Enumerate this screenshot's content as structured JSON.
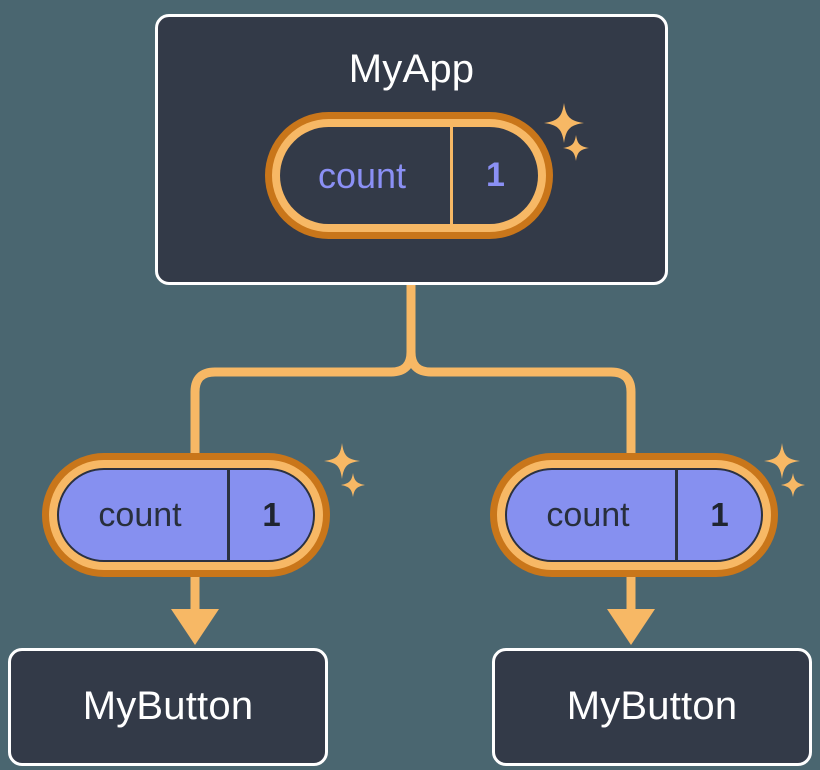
{
  "diagram": {
    "title_text": "MyApp",
    "background_color": "#4a6670",
    "accent_orange": "#f7b865",
    "accent_orange_dark": "#c9761a",
    "accent_purple": "#8690f0",
    "node_fill": "#333a48",
    "node_border": "#ffffff"
  },
  "root_node": {
    "label": "MyApp",
    "state_pill": {
      "key": "count",
      "value": "1",
      "sparkle_1": "sparkle-icon",
      "sparkle_2": "sparkle-icon"
    }
  },
  "children": [
    {
      "state_pill": {
        "key": "count",
        "value": "1",
        "sparkle_1": "sparkle-icon",
        "sparkle_2": "sparkle-icon"
      },
      "component": {
        "label": "MyButton"
      }
    },
    {
      "state_pill": {
        "key": "count",
        "value": "1",
        "sparkle_1": "sparkle-icon",
        "sparkle_2": "sparkle-icon"
      },
      "component": {
        "label": "MyButton"
      }
    }
  ],
  "connectors": {
    "tree_branch": "branch-connector",
    "arrow_left": "down-arrow-connector",
    "arrow_right": "down-arrow-connector"
  }
}
